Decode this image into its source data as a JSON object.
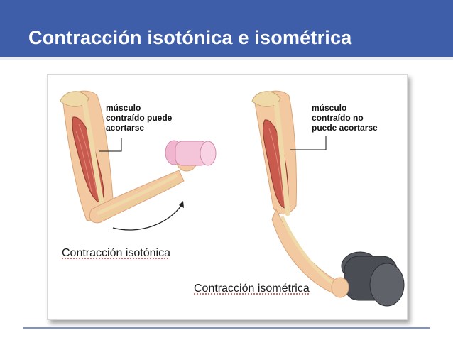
{
  "slide": {
    "title": "Contracción isotónica e isométrica"
  },
  "figure": {
    "left_panel": {
      "label_lines": [
        "músculo",
        "contraído puede",
        "acortarse"
      ],
      "caption": "Contracción isotónica"
    },
    "right_panel": {
      "label_lines": [
        "músculo",
        "contraído no",
        "puede acortarse"
      ],
      "caption": "Contracción isométrica"
    }
  },
  "colors": {
    "title_bar": "#3f5eaa",
    "muscle": "#c85a4e",
    "bone": "#f0d9a8",
    "skin": "#f2c9a0",
    "light_weight": "#f0b6cf",
    "heavy_weight": "#55585e"
  }
}
